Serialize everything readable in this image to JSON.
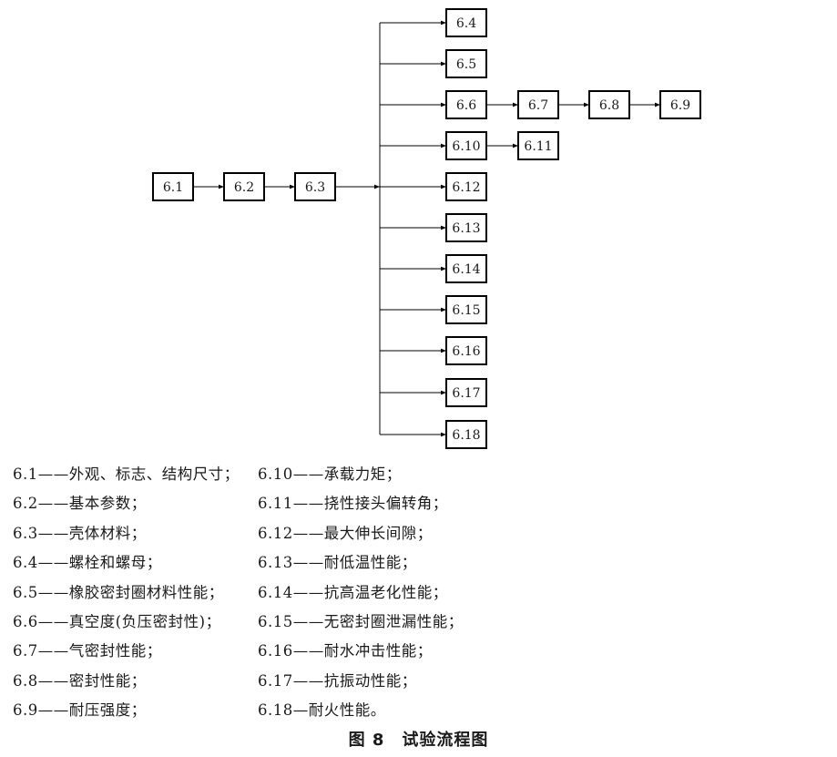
{
  "diagram": {
    "nodes": [
      {
        "id": "n61",
        "label": "6.1"
      },
      {
        "id": "n62",
        "label": "6.2"
      },
      {
        "id": "n63",
        "label": "6.3"
      },
      {
        "id": "n64",
        "label": "6.4"
      },
      {
        "id": "n65",
        "label": "6.5"
      },
      {
        "id": "n66",
        "label": "6.6"
      },
      {
        "id": "n67",
        "label": "6.7"
      },
      {
        "id": "n68",
        "label": "6.8"
      },
      {
        "id": "n69",
        "label": "6.9"
      },
      {
        "id": "n610",
        "label": "6.10"
      },
      {
        "id": "n611",
        "label": "6.11"
      },
      {
        "id": "n612",
        "label": "6.12"
      },
      {
        "id": "n613",
        "label": "6.13"
      },
      {
        "id": "n614",
        "label": "6.14"
      },
      {
        "id": "n615",
        "label": "6.15"
      },
      {
        "id": "n616",
        "label": "6.16"
      },
      {
        "id": "n617",
        "label": "6.17"
      },
      {
        "id": "n618",
        "label": "6.18"
      }
    ],
    "edges": [
      {
        "from": "n61",
        "to": "n62"
      },
      {
        "from": "n62",
        "to": "n63"
      },
      {
        "from": "n63",
        "to": "n64"
      },
      {
        "from": "n63",
        "to": "n65"
      },
      {
        "from": "n63",
        "to": "n66"
      },
      {
        "from": "n63",
        "to": "n610"
      },
      {
        "from": "n63",
        "to": "n612"
      },
      {
        "from": "n63",
        "to": "n613"
      },
      {
        "from": "n63",
        "to": "n614"
      },
      {
        "from": "n63",
        "to": "n615"
      },
      {
        "from": "n63",
        "to": "n616"
      },
      {
        "from": "n63",
        "to": "n617"
      },
      {
        "from": "n63",
        "to": "n618"
      },
      {
        "from": "n66",
        "to": "n67"
      },
      {
        "from": "n67",
        "to": "n68"
      },
      {
        "from": "n68",
        "to": "n69"
      },
      {
        "from": "n610",
        "to": "n611"
      }
    ]
  },
  "legend": {
    "left": [
      "6.1——外观、标志、结构尺寸；",
      "6.2——基本参数；",
      "6.3——壳体材料；",
      "6.4——螺栓和螺母；",
      "6.5——橡胶密封圈材料性能；",
      "6.6——真空度(负压密封性)；",
      "6.7——气密封性能；",
      "6.8——密封性能；",
      "6.9——耐压强度；"
    ],
    "right": [
      "6.10——承载力矩；",
      "6.11——挠性接头偏转角；",
      "6.12——最大伸长间隙；",
      "6.13——耐低温性能；",
      "6.14——抗高温老化性能；",
      "6.15——无密封圈泄漏性能；",
      "6.16——耐水冲击性能；",
      "6.17——抗振动性能；",
      "6.18—耐火性能。"
    ]
  },
  "caption": "图 8　试验流程图"
}
